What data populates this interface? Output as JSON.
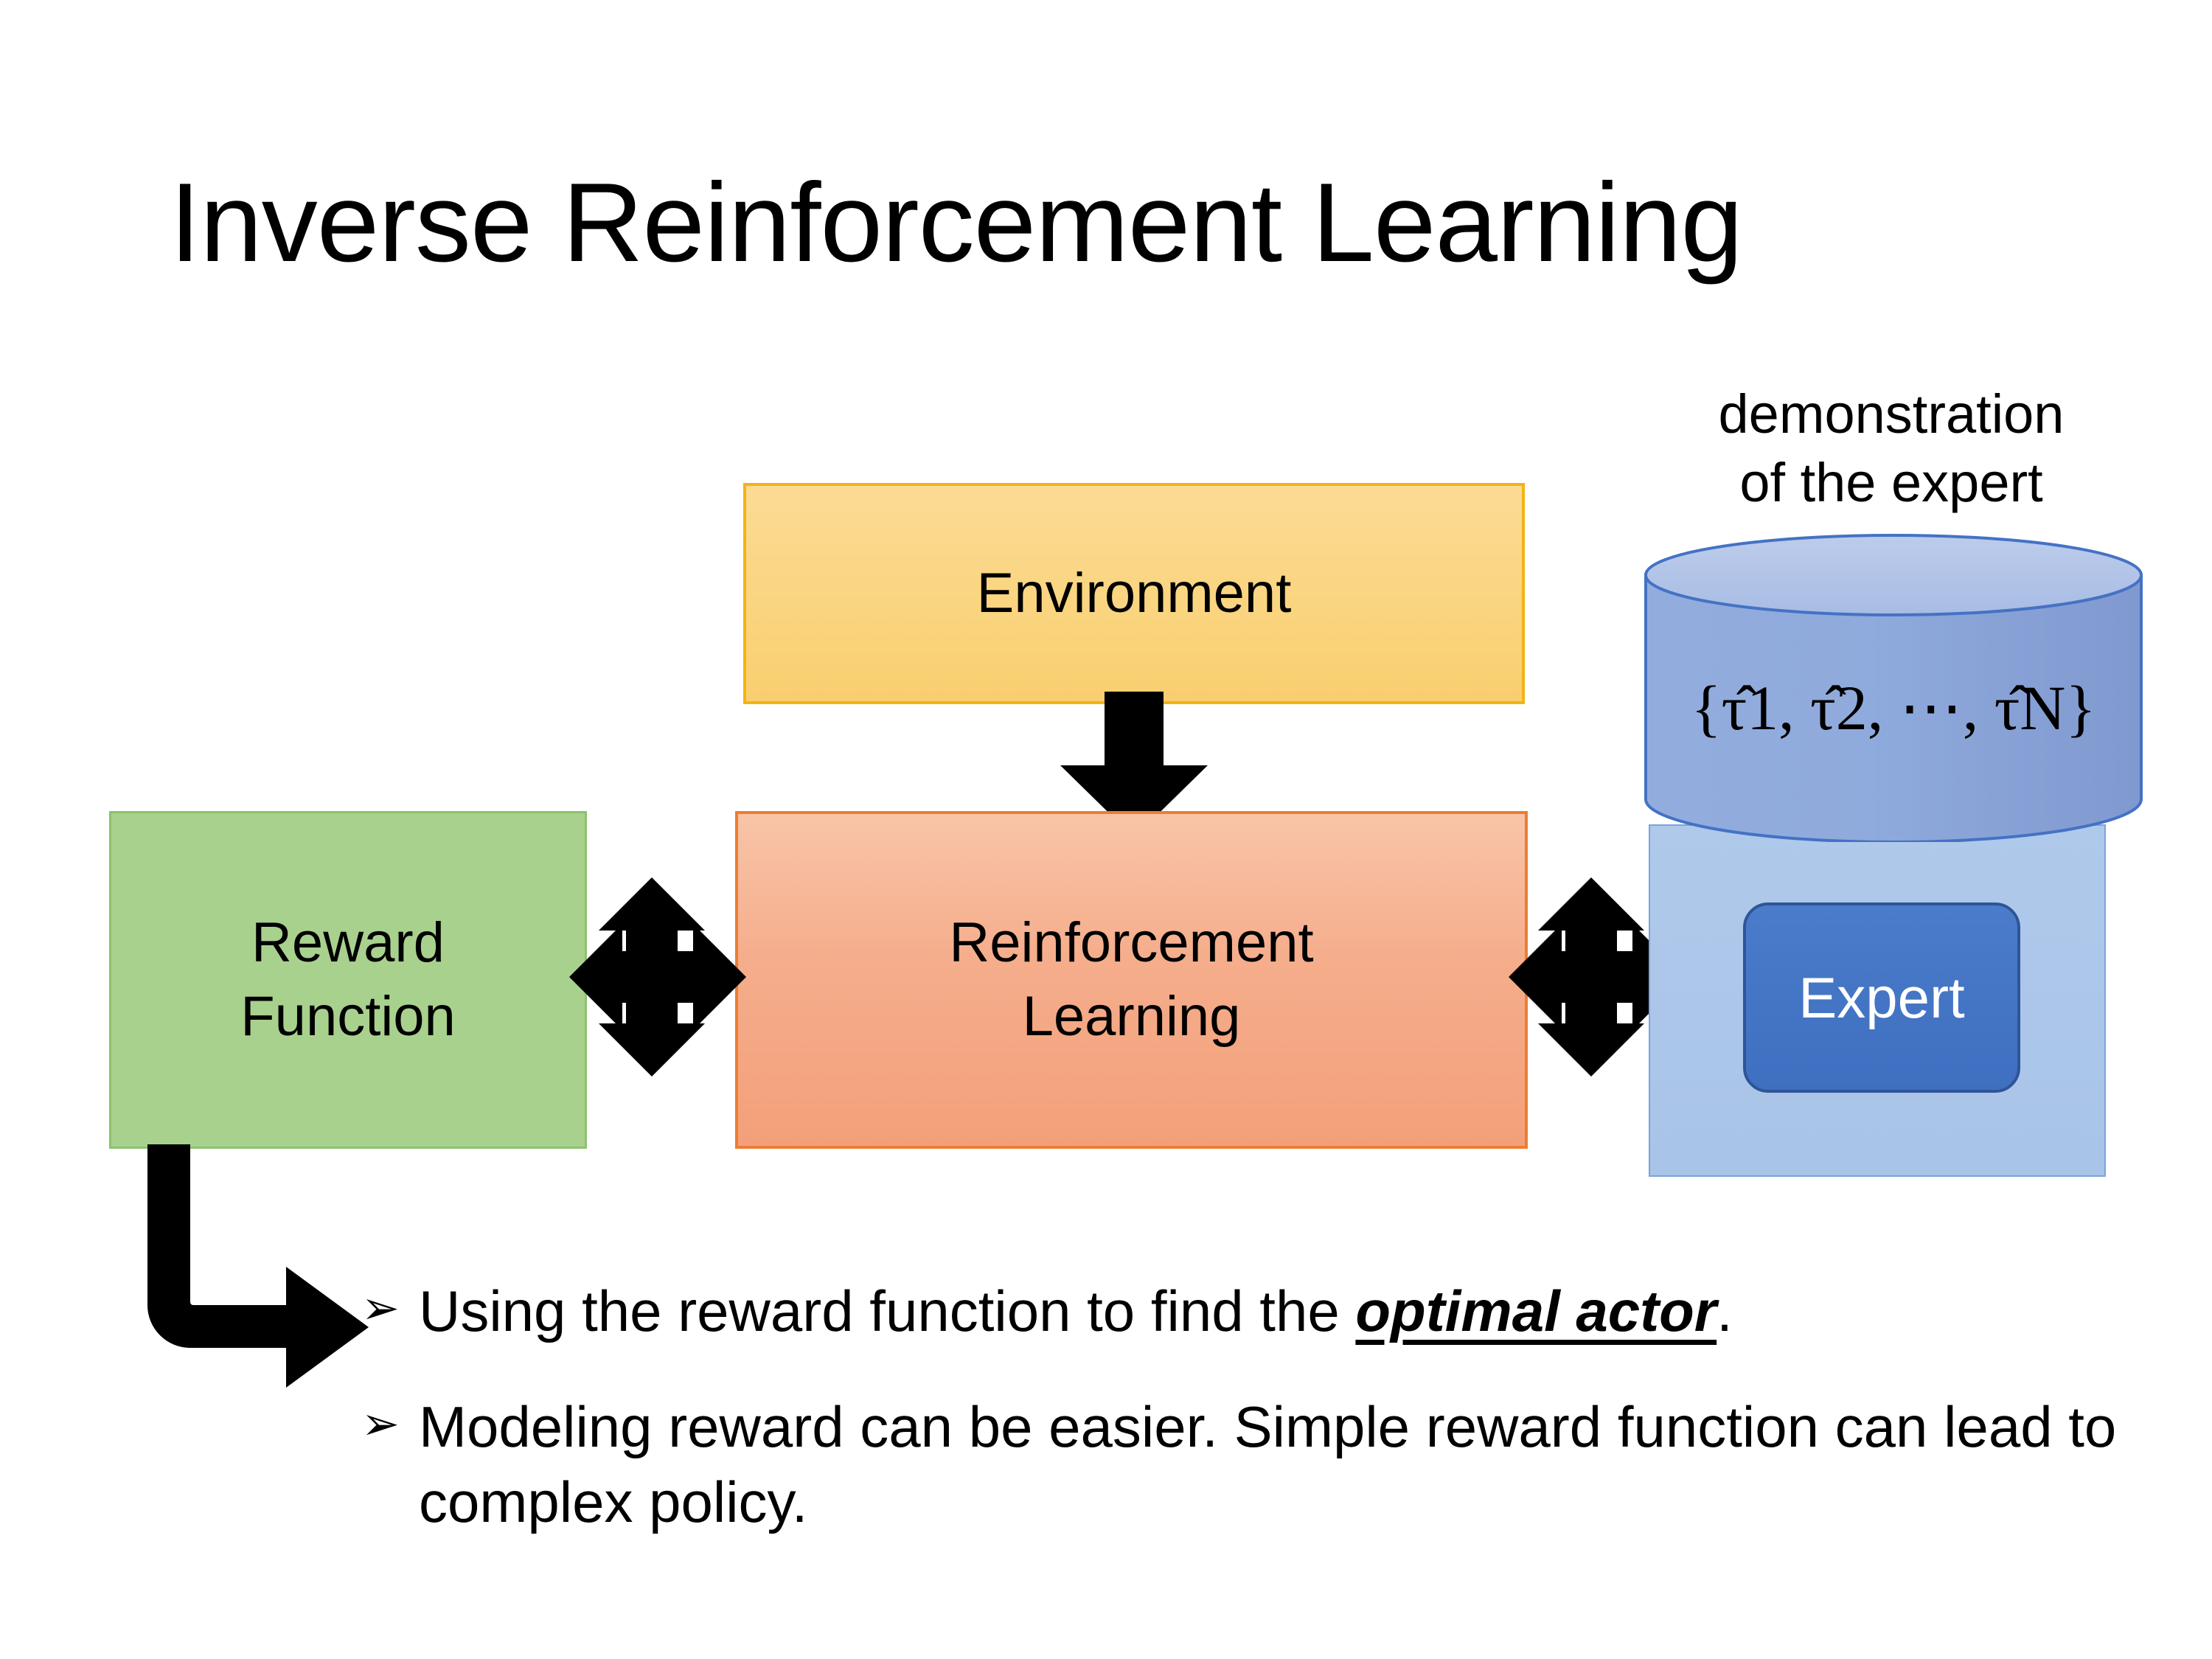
{
  "slide": {
    "title": "Inverse Reinforcement Learning",
    "background_color": "#FFFFFF"
  },
  "diagram": {
    "environment": {
      "label": "Environment",
      "fill_color": "#FAD47E",
      "border_color": "#F2B313"
    },
    "reinforcement_learning": {
      "label_line_1": "Reinforcement",
      "label_line_2": "Learning",
      "fill_color": "#F5AD8B",
      "border_color": "#ED7D31"
    },
    "reward_function": {
      "label_line_1": "Reward",
      "label_line_2": "Function",
      "fill_color": "#A9D18E",
      "border_color": "#8CC26C"
    },
    "expert_group": {
      "caption_line_1": "demonstration",
      "caption_line_2": "of the expert",
      "panel_fill_color": "#A8C4E8",
      "cylinder_fill_color": "#8FAADC",
      "cylinder_top_color": "#B4C7E7",
      "cylinder_border_color": "#4472C4",
      "trajectories_formula": "{τ̂1, τ̂2, ⋯, τ̂N}",
      "expert": {
        "label": "Expert",
        "fill_color": "#4472C4",
        "border_color": "#2F5597",
        "text_color": "#FFFFFF"
      }
    },
    "connectors": [
      {
        "name": "environment-to-rl",
        "type": "down-arrow",
        "color": "#000000"
      },
      {
        "name": "reward-to-rl",
        "type": "four-way-arrow",
        "color": "#000000"
      },
      {
        "name": "rl-to-expert",
        "type": "four-way-arrow",
        "color": "#000000"
      },
      {
        "name": "reward-to-bullets",
        "type": "bent-arrow",
        "color": "#000000"
      }
    ]
  },
  "bullets": [
    {
      "marker": "➢",
      "text_before": "Using the reward function to find the ",
      "emphasis": "optimal actor",
      "text_after": "."
    },
    {
      "marker": "➢",
      "text_before": "Modeling reward can be easier. Simple reward function can lead to complex policy.",
      "emphasis": "",
      "text_after": ""
    }
  ]
}
